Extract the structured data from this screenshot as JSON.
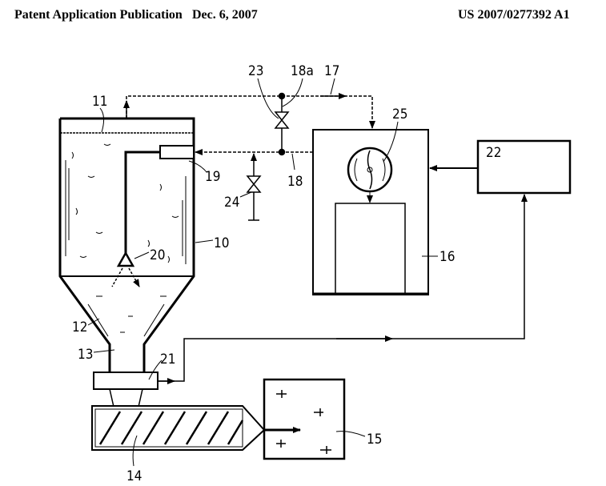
{
  "header": {
    "publication_type": "Patent Application Publication",
    "date": "Dec. 6, 2007",
    "number": "US 2007/0277392 A1"
  },
  "labels": {
    "l10": "10",
    "l11": "11",
    "l12": "12",
    "l13": "13",
    "l14": "14",
    "l15": "15",
    "l16": "16",
    "l17": "17",
    "l18": "18",
    "l18a": "18a",
    "l19": "19",
    "l20": "20",
    "l21": "21",
    "l22": "22",
    "l23": "23",
    "l24": "24",
    "l25": "25"
  }
}
